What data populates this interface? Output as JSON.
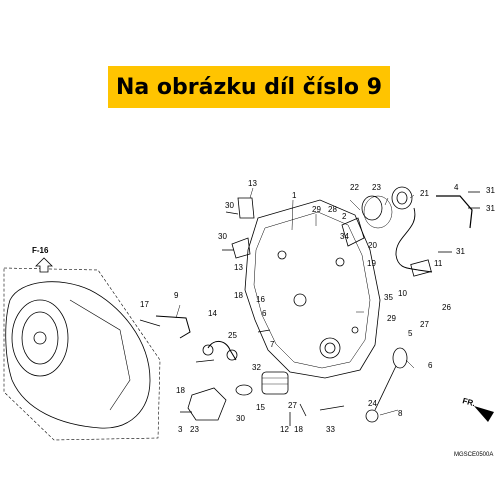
{
  "banner": {
    "text": "Na obrázku díl číslo 9"
  },
  "reference": {
    "label": "F-16"
  },
  "direction": {
    "label": "FR."
  },
  "drawing_code": "MGSCE0500A",
  "callouts": [
    "13",
    "30",
    "30",
    "13",
    "1",
    "29",
    "28",
    "22",
    "23",
    "21",
    "4",
    "31",
    "31",
    "2",
    "34",
    "20",
    "31",
    "19",
    "11",
    "10",
    "17",
    "9",
    "14",
    "25",
    "16",
    "18",
    "6",
    "35",
    "26",
    "27",
    "5",
    "29",
    "18",
    "32",
    "7",
    "15",
    "3",
    "23",
    "30",
    "12",
    "18",
    "33",
    "24",
    "8",
    "6",
    "27"
  ],
  "colors": {
    "banner_bg": "#ffc400"
  }
}
